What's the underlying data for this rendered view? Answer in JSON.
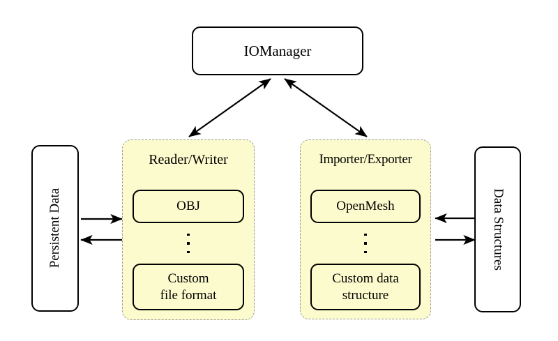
{
  "diagram": {
    "title_node": {
      "label": "IOManager"
    },
    "left_endpoint": {
      "label": "Persistent Data"
    },
    "right_endpoint": {
      "label": "Data Structures"
    },
    "groups": [
      {
        "id": "reader-writer",
        "title": "Reader/Writer",
        "top_item": "OBJ",
        "ellipsis": "⋮",
        "bottom_item_line1": "Custom",
        "bottom_item_line2": "file format"
      },
      {
        "id": "importer-exporter",
        "title": "Importer/Exporter",
        "top_item": "OpenMesh",
        "ellipsis": "⋮",
        "bottom_item_line1": "Custom data",
        "bottom_item_line2": "structure"
      }
    ],
    "connections": [
      {
        "name": "iomanager-to-reader-writer",
        "kind": "bidirectional-diagonal"
      },
      {
        "name": "iomanager-to-importer-exporter",
        "kind": "bidirectional-diagonal"
      },
      {
        "name": "persistent-data-to-reader-writer",
        "kind": "arrow-right"
      },
      {
        "name": "reader-writer-to-persistent-data",
        "kind": "arrow-left"
      },
      {
        "name": "data-structures-to-importer-exporter",
        "kind": "arrow-left"
      },
      {
        "name": "importer-exporter-to-data-structures",
        "kind": "arrow-right"
      }
    ]
  },
  "colors": {
    "group_fill": "#fcfbcd",
    "group_border": "#999999",
    "node_border": "#000000",
    "background": "#ffffff"
  }
}
